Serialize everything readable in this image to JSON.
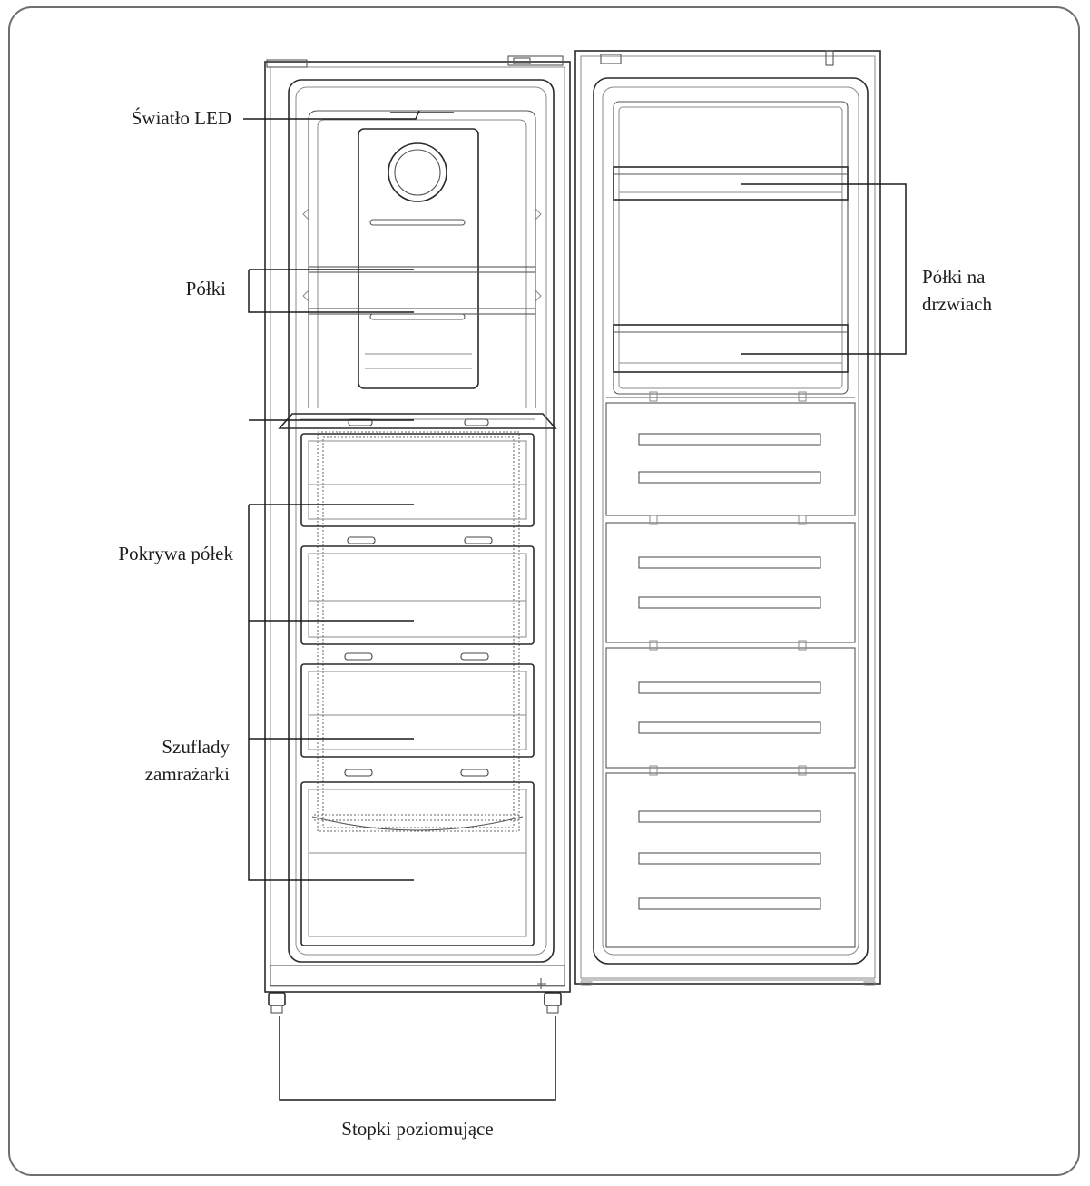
{
  "labels": {
    "led_light": "Światło LED",
    "shelves": "Półki",
    "shelf_cover": "Pokrywa półek",
    "freezer_drawers": "Szuflady zamrażarki",
    "door_shelves": "Półki na drzwiach",
    "leveling_feet": "Stopki poziomujące"
  },
  "colors": {
    "frame": "#6e6e6e",
    "line": "#2a2a2a",
    "text": "#1e1e1e"
  }
}
